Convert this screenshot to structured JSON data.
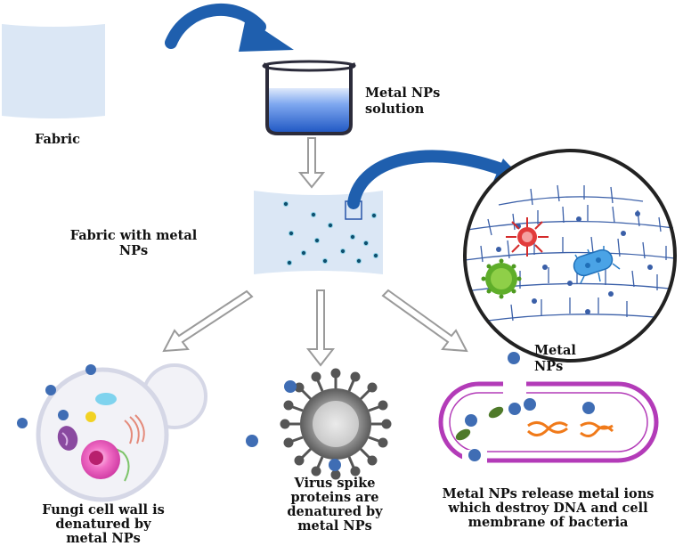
{
  "labels": {
    "fabric": "Fabric",
    "solution_line1": "Metal NPs",
    "solution_line2": "solution",
    "fabric_np_line1": "Fabric with metal",
    "fabric_np_line2": "NPs",
    "metal_nps_line1": "Metal",
    "metal_nps_line2": "NPs",
    "fungi_line1": "Fungi cell wall is",
    "fungi_line2": "denatured by",
    "fungi_line3": "metal NPs",
    "virus_line1": "Virus spike",
    "virus_line2": "proteins are",
    "virus_line3": "denatured by",
    "virus_line4": "metal NPs",
    "bacteria_line1": "Metal NPs release metal ions",
    "bacteria_line2": "which destroy DNA and cell",
    "bacteria_line3": "membrane of bacteria"
  },
  "colors": {
    "fabric": "#dbe7f5",
    "np_blue": "#4a6fb3",
    "arrow_blue": "#1f5fae",
    "solution": "#2f6fd0",
    "cell_membrane": "#b33bb8",
    "dna": "#f07a1a"
  }
}
